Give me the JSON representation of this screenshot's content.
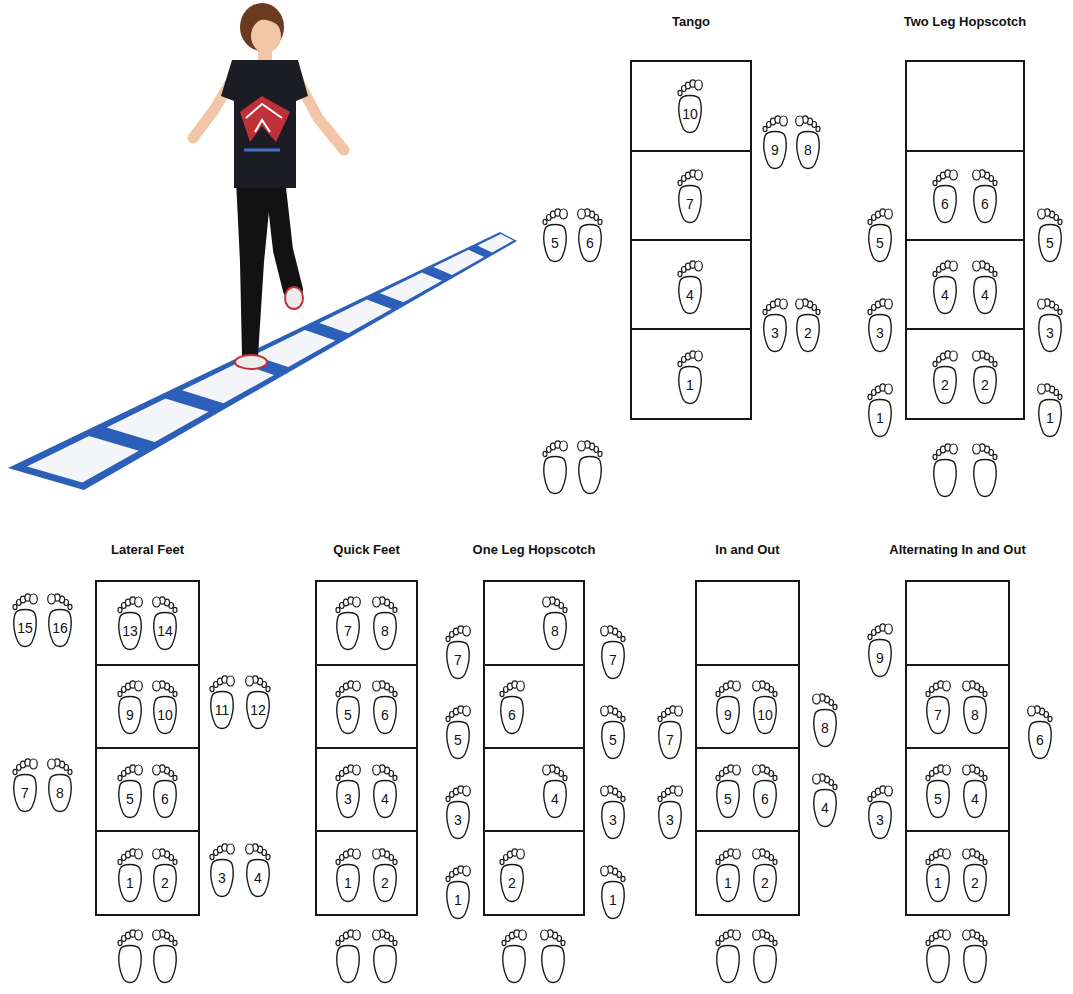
{
  "diagram": {
    "nodes": [
      {
        "text": [
          "Tango"
        ]
      },
      {
        "text": [
          "1"
        ],
        "in": 0
      },
      {
        "text": [
          "2"
        ]
      },
      {
        "text": [
          "3"
        ]
      },
      {
        "text": [
          "4"
        ],
        "in": 0
      },
      {
        "text": [
          "5"
        ]
      },
      {
        "text": [
          "6"
        ]
      },
      {
        "text": [
          "7"
        ],
        "in": 0
      },
      {
        "text": [
          "8"
        ]
      },
      {
        "text": [
          "9"
        ]
      },
      {
        "text": [
          "10"
        ],
        "in": 0
      },
      {
        "text": [
          "Two Leg Hopscotch"
        ]
      },
      {
        "text": [
          "1"
        ]
      },
      {
        "text": [
          "1"
        ]
      },
      {
        "text": [
          "2"
        ],
        "in": 11
      },
      {
        "text": [
          "2"
        ],
        "in": 11
      },
      {
        "text": [
          "3"
        ]
      },
      {
        "text": [
          "3"
        ]
      },
      {
        "text": [
          "4"
        ],
        "in": 11
      },
      {
        "text": [
          "4"
        ],
        "in": 11
      },
      {
        "text": [
          "5"
        ]
      },
      {
        "text": [
          "5"
        ]
      },
      {
        "text": [
          "6"
        ],
        "in": 11
      },
      {
        "text": [
          "6"
        ],
        "in": 11
      },
      {
        "text": [
          "Lateral Feet"
        ]
      },
      {
        "text": [
          "1"
        ],
        "in": 24
      },
      {
        "text": [
          "2"
        ],
        "in": 24
      },
      {
        "text": [
          "3"
        ]
      },
      {
        "text": [
          "4"
        ]
      },
      {
        "text": [
          "5"
        ],
        "in": 24
      },
      {
        "text": [
          "6"
        ],
        "in": 24
      },
      {
        "text": [
          "7"
        ]
      },
      {
        "text": [
          "8"
        ]
      },
      {
        "text": [
          "9"
        ],
        "in": 24
      },
      {
        "text": [
          "10"
        ],
        "in": 24
      },
      {
        "text": [
          "11"
        ]
      },
      {
        "text": [
          "12"
        ]
      },
      {
        "text": [
          "13"
        ],
        "in": 24
      },
      {
        "text": [
          "14"
        ],
        "in": 24
      },
      {
        "text": [
          "15"
        ]
      },
      {
        "text": [
          "16"
        ]
      },
      {
        "text": [
          "Quick Feet"
        ]
      },
      {
        "text": [
          "1"
        ],
        "in": 41
      },
      {
        "text": [
          "2"
        ],
        "in": 41
      },
      {
        "text": [
          "3"
        ],
        "in": 41
      },
      {
        "text": [
          "4"
        ],
        "in": 41
      },
      {
        "text": [
          "5"
        ],
        "in": 41
      },
      {
        "text": [
          "6"
        ],
        "in": 41
      },
      {
        "text": [
          "7"
        ],
        "in": 41
      },
      {
        "text": [
          "8"
        ],
        "in": 41
      },
      {
        "text": [
          "One Leg Hopscotch"
        ]
      },
      {
        "text": [
          "1"
        ]
      },
      {
        "text": [
          "1"
        ]
      },
      {
        "text": [
          "2"
        ],
        "in": 50
      },
      {
        "text": [
          "3"
        ]
      },
      {
        "text": [
          "3"
        ]
      },
      {
        "text": [
          "4"
        ],
        "in": 50
      },
      {
        "text": [
          "5"
        ]
      },
      {
        "text": [
          "5"
        ]
      },
      {
        "text": [
          "6"
        ],
        "in": 50
      },
      {
        "text": [
          "7"
        ]
      },
      {
        "text": [
          "7"
        ]
      },
      {
        "text": [
          "8"
        ],
        "in": 50
      },
      {
        "text": [
          "In and Out"
        ]
      },
      {
        "text": [
          "1"
        ],
        "in": 63
      },
      {
        "text": [
          "2"
        ],
        "in": 63
      },
      {
        "text": [
          "3"
        ]
      },
      {
        "text": [
          "4"
        ]
      },
      {
        "text": [
          "5"
        ],
        "in": 63
      },
      {
        "text": [
          "6"
        ],
        "in": 63
      },
      {
        "text": [
          "7"
        ]
      },
      {
        "text": [
          "8"
        ]
      },
      {
        "text": [
          "9"
        ],
        "in": 63
      },
      {
        "text": [
          "10"
        ],
        "in": 63
      },
      {
        "text": [
          "Alternating In and Out"
        ]
      },
      {
        "text": [
          "1"
        ],
        "in": 74
      },
      {
        "text": [
          "2"
        ],
        "in": 74
      },
      {
        "text": [
          "3"
        ]
      },
      {
        "text": [
          "4"
        ],
        "in": 74
      },
      {
        "text": [
          "5"
        ],
        "in": 74
      },
      {
        "text": [
          "6"
        ]
      },
      {
        "text": [
          "7"
        ],
        "in": 74
      },
      {
        "text": [
          "8"
        ],
        "in": 74
      },
      {
        "text": [
          "9"
        ]
      }
    ]
  }
}
